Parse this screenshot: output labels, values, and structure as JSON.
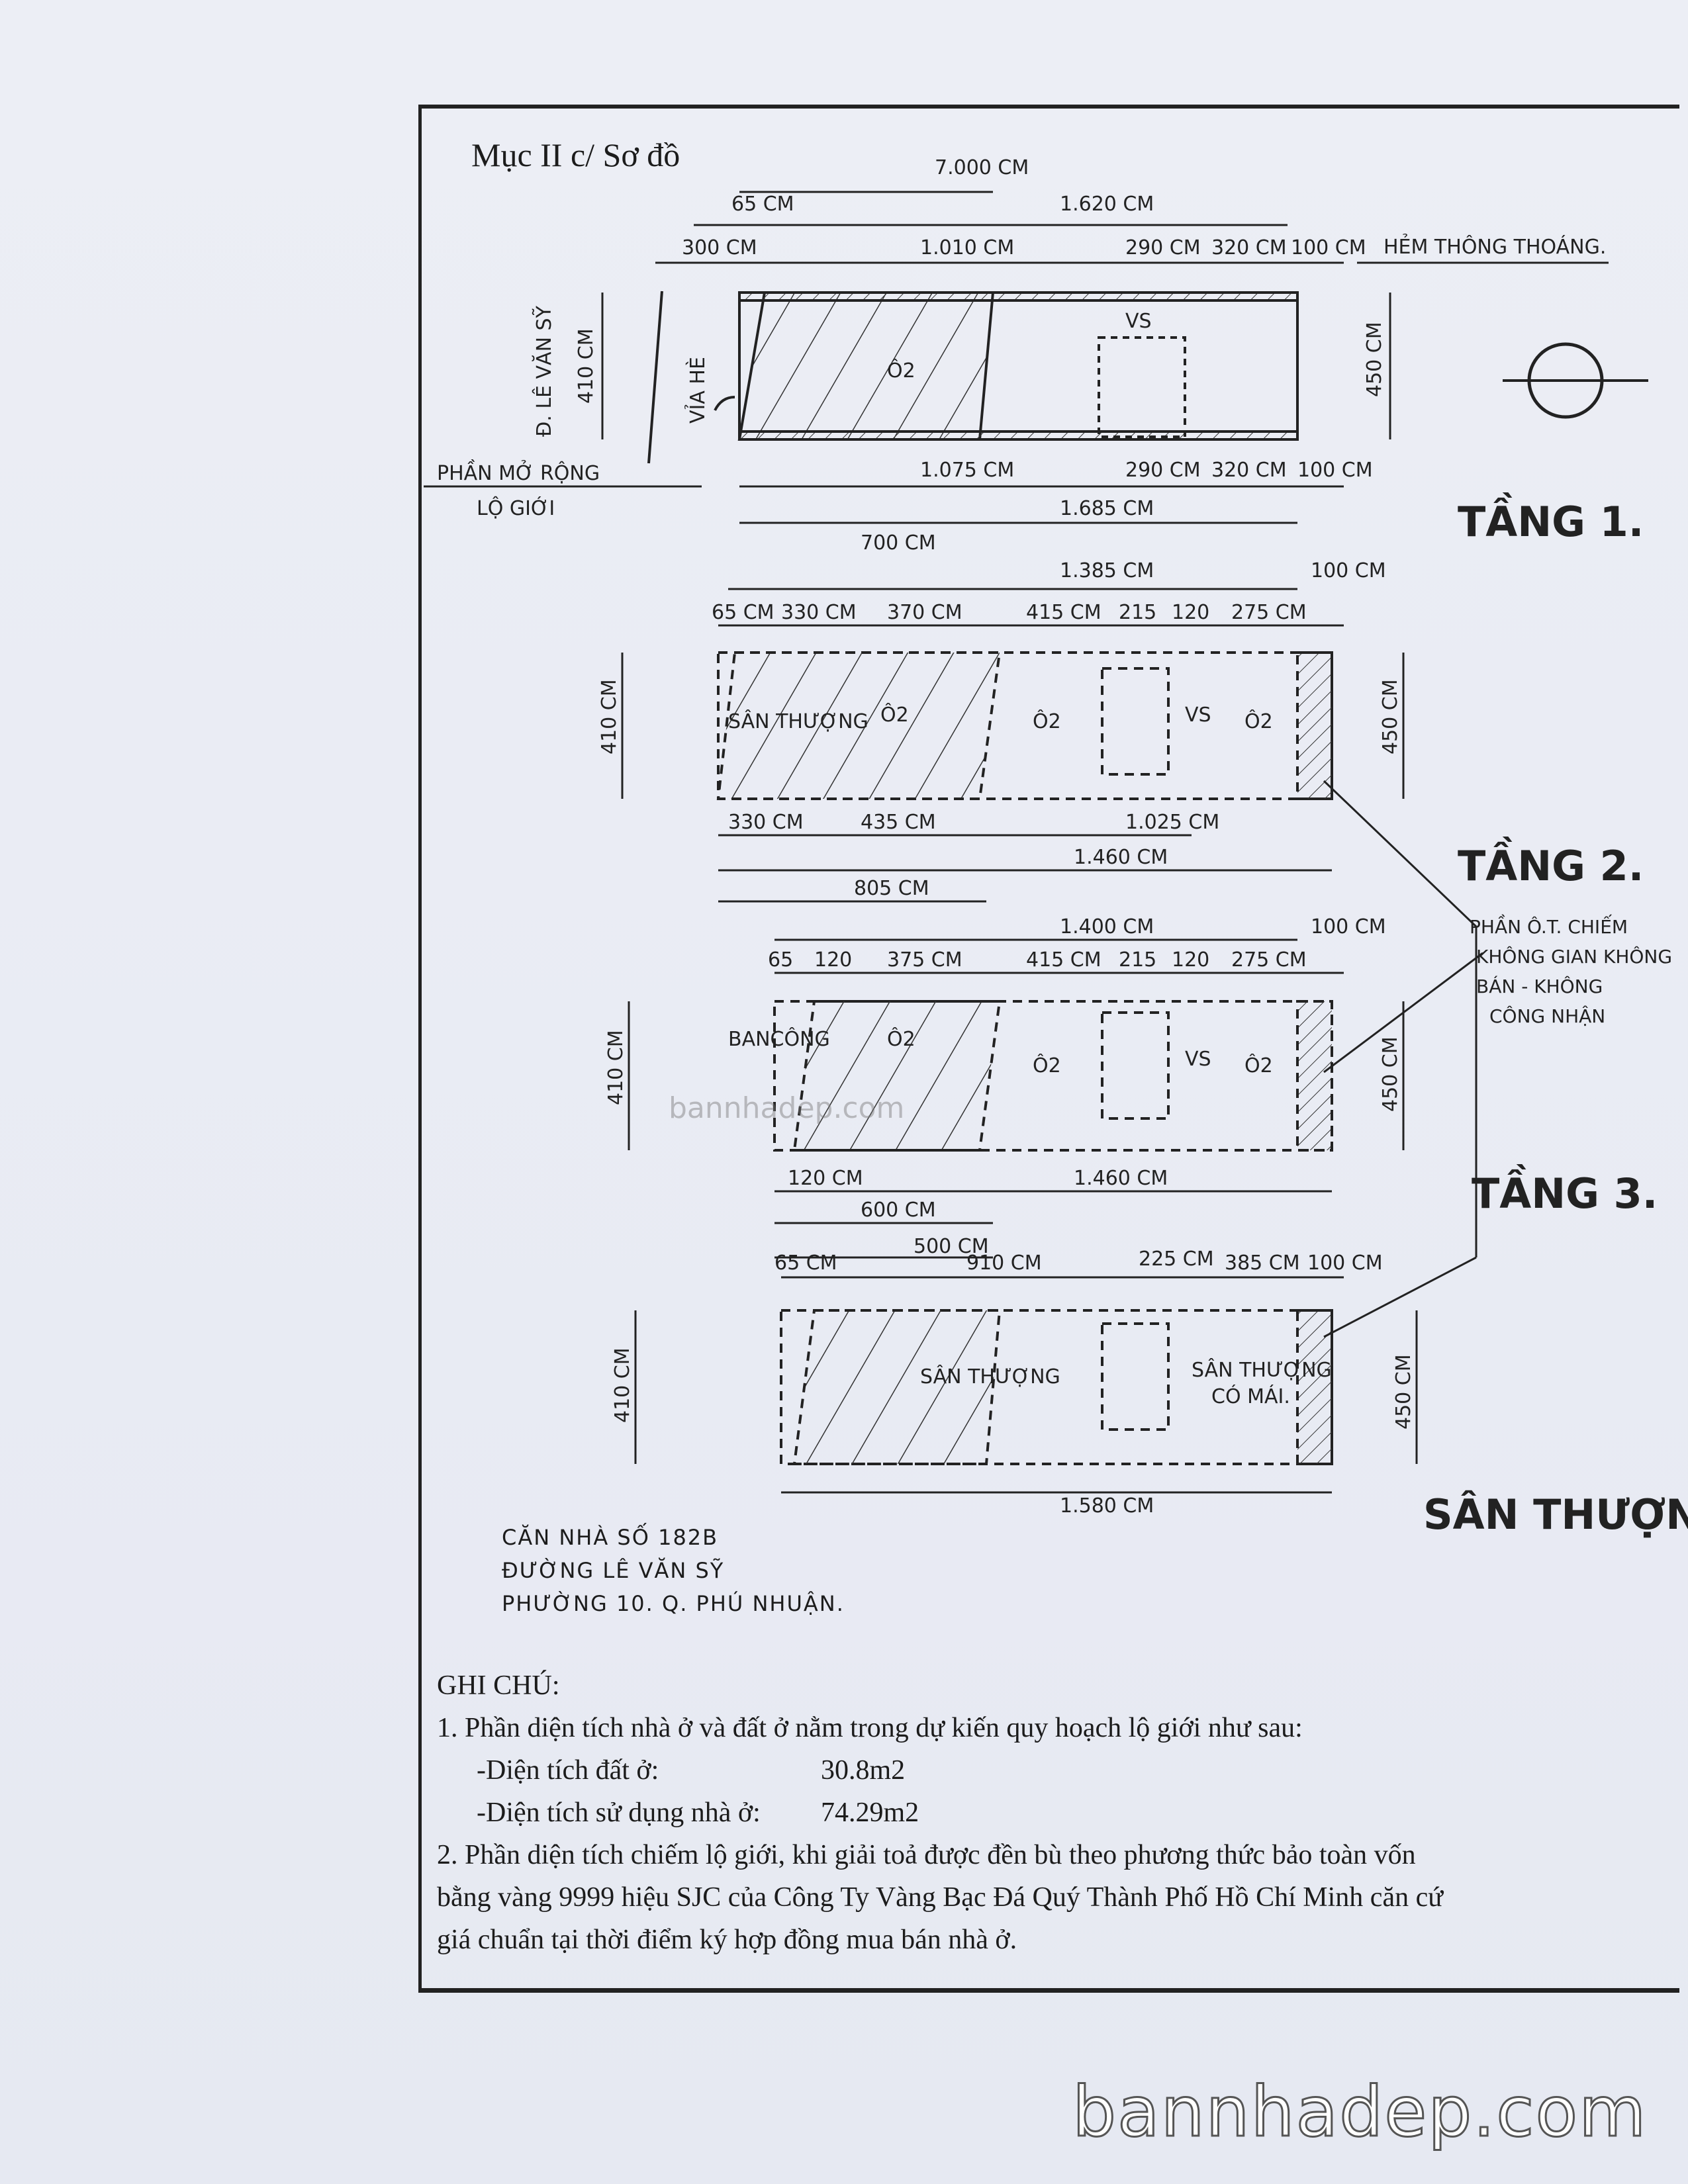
{
  "title": "Mục II c/ Sơ đồ",
  "floor1": {
    "name": "TẦNG 1.",
    "dims": [
      "7.000 CM",
      "65 CM",
      "1.620 CM",
      "300 CM",
      "1.010 CM",
      "290 CM",
      "320 CM",
      "100 CM",
      "1.075 CM",
      "290 CM",
      "320 CM",
      "100 CM",
      "1.685 CM",
      "700 CM"
    ],
    "height_left": "410 CM",
    "height_right": "450 CM",
    "street": "Đ. LÊ VĂN SỸ",
    "sidewalk": "VỈA HÈ",
    "alley": "HẺM THÔNG THOÁNG.",
    "expansion_line1": "PHẦN MỞ RỘNG",
    "expansion_line2": "LỘ GIỚI",
    "room_o2": "Ô2",
    "room_vs": "VS"
  },
  "floor2": {
    "name": "TẦNG 2.",
    "dims": [
      "1.385 CM",
      "100 CM",
      "65 CM",
      "330 CM",
      "370 CM",
      "415 CM",
      "215",
      "120",
      "275 CM",
      "330 CM",
      "435 CM",
      "1.025 CM",
      "1.460 CM",
      "805 CM"
    ],
    "height_left": "410 CM",
    "height_right": "450 CM",
    "terrace": "SÂN THƯỢNG",
    "room_o2": "Ô2",
    "room_vs": "VS"
  },
  "floor3": {
    "name": "TẦNG 3.",
    "dims": [
      "1.400 CM",
      "100 CM",
      "65",
      "120",
      "375 CM",
      "415 CM",
      "215",
      "120",
      "275 CM",
      "1.460 CM",
      "120 CM",
      "600 CM",
      "500 CM"
    ],
    "height_left": "410 CM",
    "height_right": "450 CM",
    "balcony": "BANCÔNG",
    "room_o2": "Ô2",
    "room_vs": "VS"
  },
  "roof": {
    "name": "SÂN THƯỢNG",
    "dims": [
      "65 CM",
      "910 CM",
      "225 CM",
      "385 CM",
      "100 CM",
      "1.580 CM"
    ],
    "height_left": "410 CM",
    "height_right": "450 CM",
    "terrace": "SÂN THƯỢNG",
    "covered_line1": "SÂN THƯỢNG",
    "covered_line2": "CÓ MÁI."
  },
  "annotation": [
    "PHẦN Ô.T. CHIẾM",
    "KHÔNG GIAN KHÔNG",
    "BÁN - KHÔNG",
    "CÔNG NHẬN"
  ],
  "address": [
    "CĂN NHÀ SỐ 182B",
    "ĐƯỜNG LÊ VĂN SỸ",
    "PHƯỜNG 10. Q. PHÚ NHUẬN."
  ],
  "notes": {
    "heading": "GHI CHÚ:",
    "item1": "1. Phần diện tích nhà ở và đất ở nằm trong dự kiến quy hoạch lộ giới như sau:",
    "land_label": "-Diện tích đất ở:",
    "land_value": "30.8m2",
    "use_label": "-Diện tích sử dụng nhà ở:",
    "use_value": "74.29m2",
    "item2_line1": "2. Phần diện tích chiếm lộ giới, khi giải toả được đền bù theo phương thức bảo toàn vốn",
    "item2_line2": "bằng vàng 9999 hiệu SJC của Công Ty Vàng Bạc Đá Quý Thành Phố Hồ Chí Minh căn cứ",
    "item2_line3": "giá chuẩn tại thời điểm ký hợp đồng mua bán nhà ở."
  },
  "watermark": "bannhadep.com"
}
